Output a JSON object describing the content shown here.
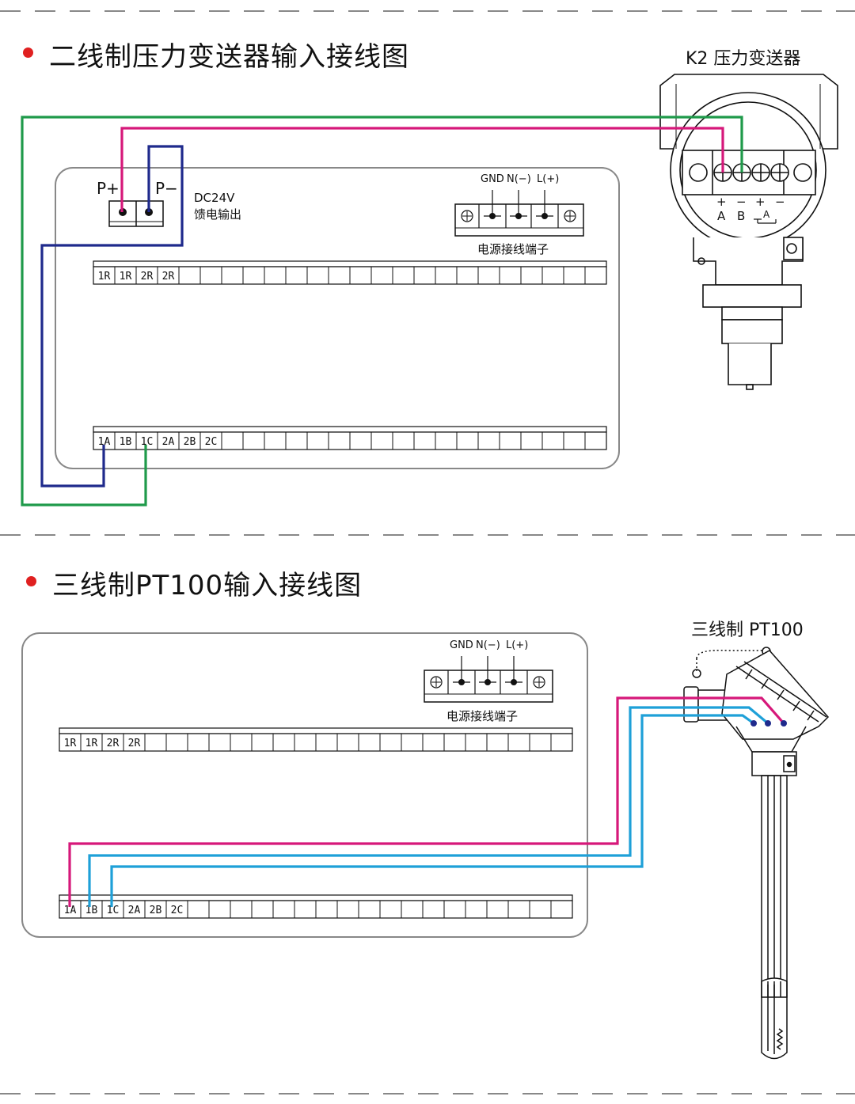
{
  "section1": {
    "title": "二线制压力变送器输入接线图",
    "device_label": "K2 压力变送器",
    "p_plus": "P+",
    "p_minus": "P−",
    "dc_line1": "DC24V",
    "dc_line2": "馈电输出",
    "power": {
      "gnd": "GND",
      "n": "N(−)",
      "l": "L(+)",
      "caption": "电源接线端子"
    },
    "top_terminals": [
      "1R",
      "1R",
      "2R",
      "2R"
    ],
    "bottom_terminals": [
      "1A",
      "1B",
      "1C",
      "2A",
      "2B",
      "2C"
    ],
    "transmitter_marks": {
      "plus": "+",
      "minus": "−",
      "a": "A",
      "b": "B",
      "plus2": "+",
      "minus2": "−",
      "sub_a": "A"
    }
  },
  "section2": {
    "title": "三线制PT100输入接线图",
    "device_label": "三线制 PT100",
    "power": {
      "gnd": "GND",
      "n": "N(−)",
      "l": "L(+)",
      "caption": "电源接线端子"
    },
    "top_terminals": [
      "1R",
      "1R",
      "2R",
      "2R"
    ],
    "bottom_terminals": [
      "1A",
      "1B",
      "1C",
      "2A",
      "2B",
      "2C"
    ]
  },
  "colors": {
    "magenta": "#d6187a",
    "green": "#1f9a4a",
    "navy": "#1f2a8c",
    "cyan": "#1ea0d8",
    "bullet": "#e02020"
  }
}
